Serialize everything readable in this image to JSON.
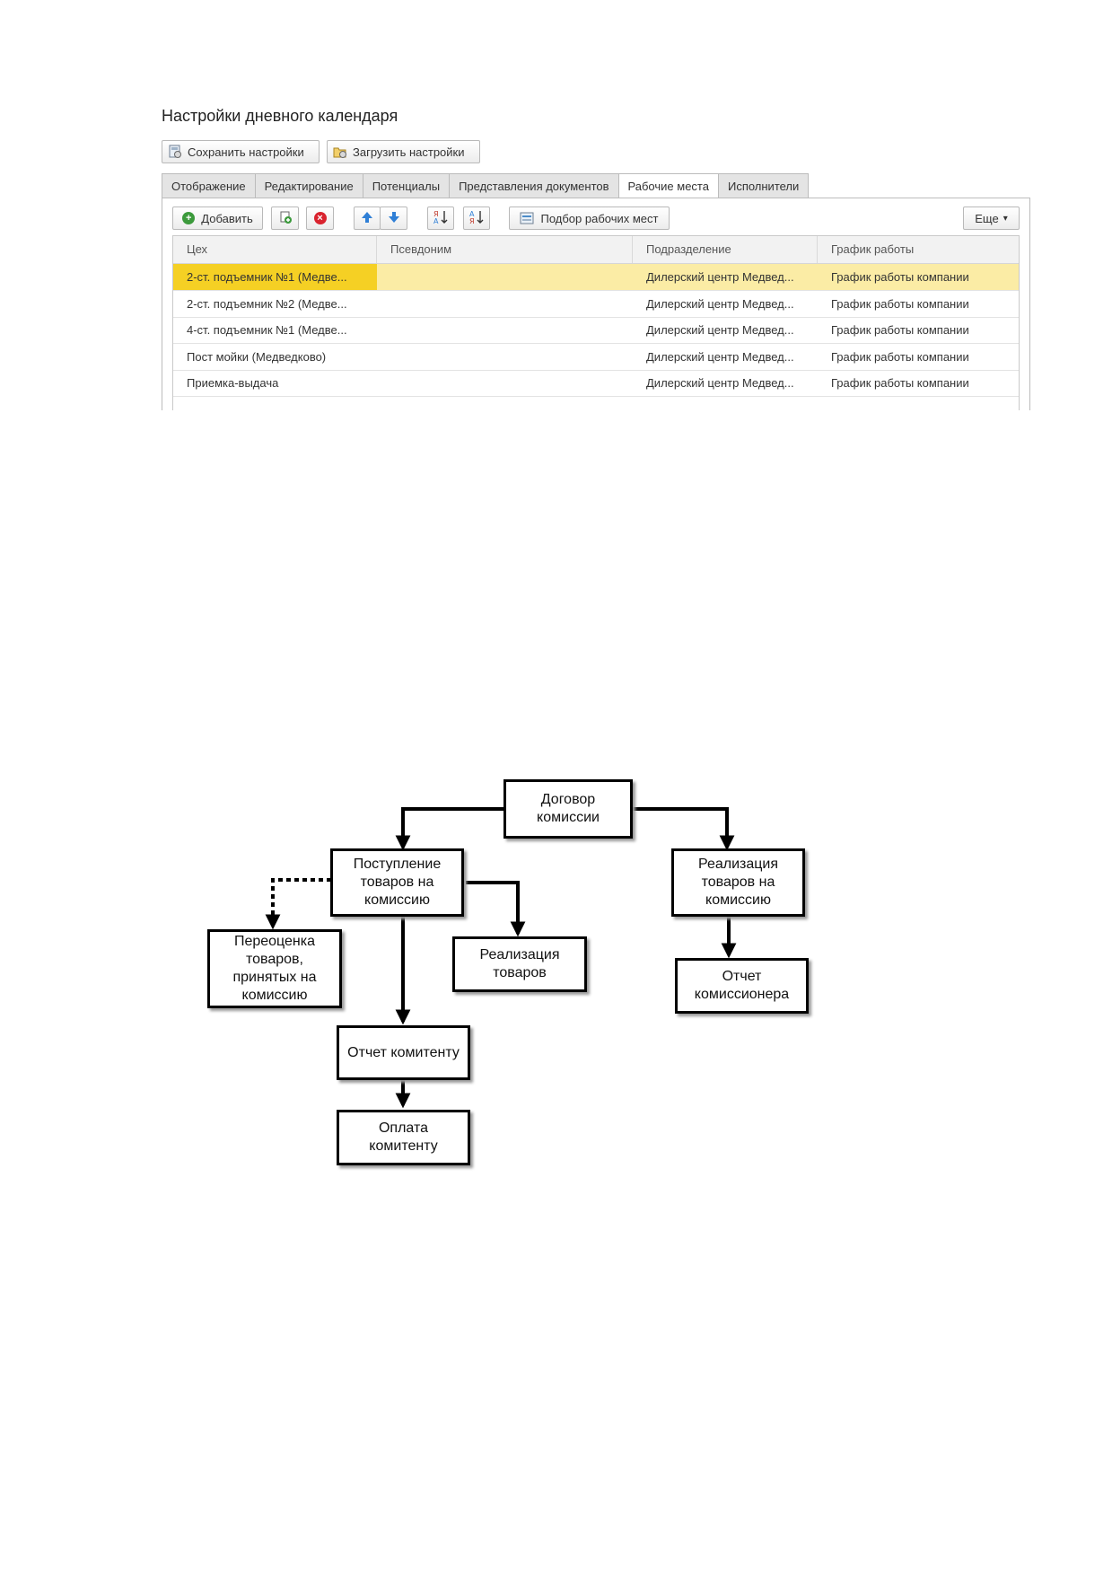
{
  "window": {
    "title": "Настройки дневного календаря"
  },
  "toolbar_top": {
    "save_label": "Сохранить настройки",
    "load_label": "Загрузить настройки"
  },
  "tabs": [
    {
      "label": "Отображение",
      "active": false
    },
    {
      "label": "Редактирование",
      "active": false
    },
    {
      "label": "Потенциалы",
      "active": false
    },
    {
      "label": "Представления документов",
      "active": false
    },
    {
      "label": "Рабочие места",
      "active": true
    },
    {
      "label": "Исполнители",
      "active": false
    }
  ],
  "toolbar": {
    "add_label": "Добавить",
    "pick_label": "Подбор рабочих мест",
    "more_label": "Еще",
    "more_arrow": "▾"
  },
  "table": {
    "columns": [
      "Цех",
      "Псевдоним",
      "Подразделение",
      "График работы"
    ],
    "rows": [
      {
        "selected": true,
        "cells": [
          "2-ст. подъемник №1 (Медве...",
          "",
          "Дилерский центр Медвед...",
          "График работы компании"
        ]
      },
      {
        "selected": false,
        "cells": [
          "2-ст. подъемник №2 (Медве...",
          "",
          "Дилерский центр Медвед...",
          "График работы компании"
        ]
      },
      {
        "selected": false,
        "cells": [
          "4-ст. подъемник №1 (Медве...",
          "",
          "Дилерский центр Медвед...",
          "График работы компании"
        ]
      },
      {
        "selected": false,
        "cells": [
          "Пост мойки (Медведково)",
          "",
          "Дилерский центр Медвед...",
          "График работы компании"
        ]
      },
      {
        "selected": false,
        "cells": [
          "Приемка-выдача",
          "",
          "Дилерский центр Медвед...",
          "График работы компании"
        ]
      }
    ]
  },
  "colors": {
    "selected_row": "#fbeca5",
    "selected_cell": "#f5d024",
    "add_icon": "#3c9a3c",
    "delete_icon": "#d9232e",
    "arrow_icon": "#2f7fd6"
  },
  "diagram": {
    "nodes": {
      "contract": [
        "Договор",
        "комиссии"
      ],
      "receipt": [
        "Поступление",
        "товаров на",
        "комиссию"
      ],
      "revaluation": [
        "Переоценка",
        "товаров,",
        "принятых на",
        "комиссию"
      ],
      "sale_goods": [
        "Реализация",
        "товаров"
      ],
      "report_consignor": [
        "Отчет комитенту"
      ],
      "payment": [
        "Оплата",
        "комитенту"
      ],
      "sale_commission": [
        "Реализация",
        "товаров на",
        "комиссию"
      ],
      "report_agent": [
        "Отчет",
        "комиссионера"
      ]
    }
  }
}
